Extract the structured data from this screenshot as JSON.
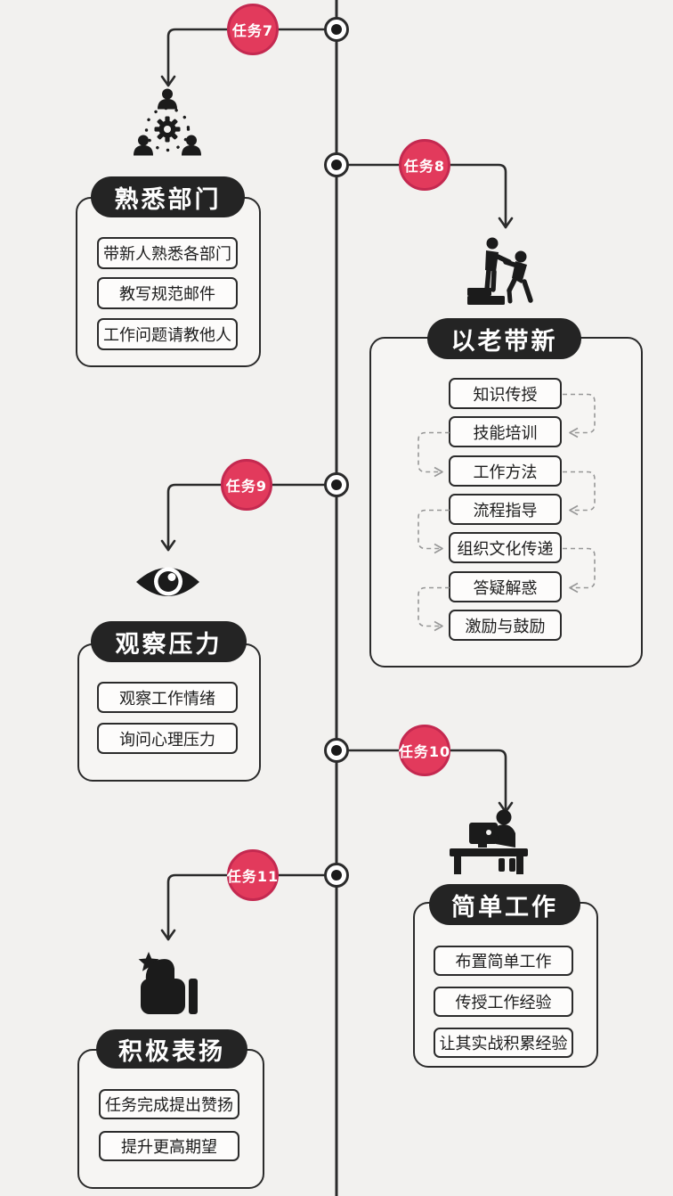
{
  "colors": {
    "background": "#f2f1ef",
    "line": "#2b2b2b",
    "node_fill": "#ffffff",
    "node_dot": "#1b1b1b",
    "badge_fill": "#e23a5c",
    "badge_border": "#c42950",
    "badge_text": "#ffffff",
    "pill_bg": "#242424",
    "pill_text": "#ffffff",
    "panel_bg": "#f6f5f3",
    "panel_border": "#2b2b2b",
    "item_bg": "#fdfcfb",
    "item_border": "#2b2b2b",
    "item_text": "#1c1c1c",
    "dashed_line": "#979797",
    "icon_color": "#1b1b1b"
  },
  "badges": [
    {
      "label": "任务7"
    },
    {
      "label": "任务8"
    },
    {
      "label": "任务9"
    },
    {
      "label": "任务10"
    },
    {
      "label": "任务11"
    }
  ],
  "blocks": [
    {
      "title": "熟悉部门",
      "icon": "team-gear-icon",
      "items": [
        "带新人熟悉各部门",
        "教写规范邮件",
        "工作问题请教他人"
      ]
    },
    {
      "title": "以老带新",
      "icon": "handshake-mentoring-icon",
      "items": [
        "知识传授",
        "技能培训",
        "工作方法",
        "流程指导",
        "组织文化传递",
        "答疑解惑",
        "激励与鼓励"
      ]
    },
    {
      "title": "观察压力",
      "icon": "eye-icon",
      "items": [
        "观察工作情绪",
        "询问心理压力"
      ]
    },
    {
      "title": "简单工作",
      "icon": "desk-work-icon",
      "items": [
        "布置简单工作",
        "传授工作经验",
        "让其实战积累经验"
      ]
    },
    {
      "title": "积极表扬",
      "icon": "thumbs-up-star-icon",
      "items": [
        "任务完成提出赞扬",
        "提升更高期望"
      ]
    }
  ]
}
